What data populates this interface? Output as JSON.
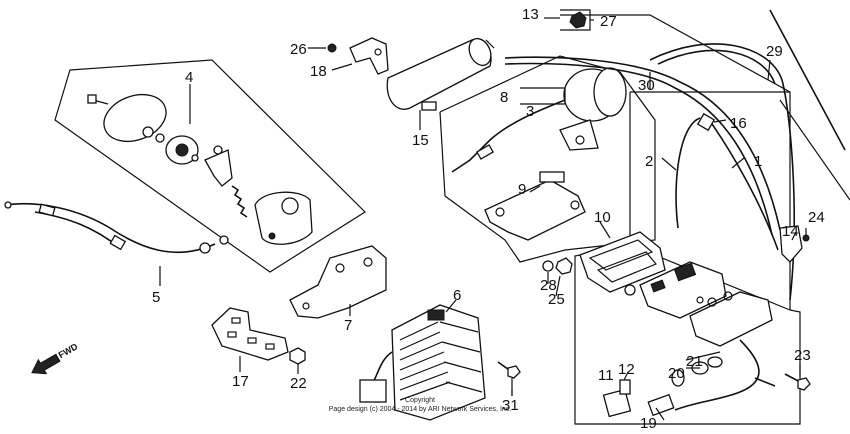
{
  "diagram": {
    "part_numbers": [
      "1",
      "2",
      "3",
      "4",
      "5",
      "6",
      "7",
      "8",
      "9",
      "10",
      "11",
      "12",
      "13",
      "14",
      "15",
      "16",
      "17",
      "18",
      "19",
      "20",
      "21",
      "22",
      "23",
      "24",
      "25",
      "26",
      "27",
      "28",
      "29",
      "30",
      "31"
    ],
    "direction_label": "FWD",
    "copyright_line1": "Copyright",
    "copyright_line2": "Page design (c) 2004 - 2014 by ARI Network Services, Inc."
  }
}
